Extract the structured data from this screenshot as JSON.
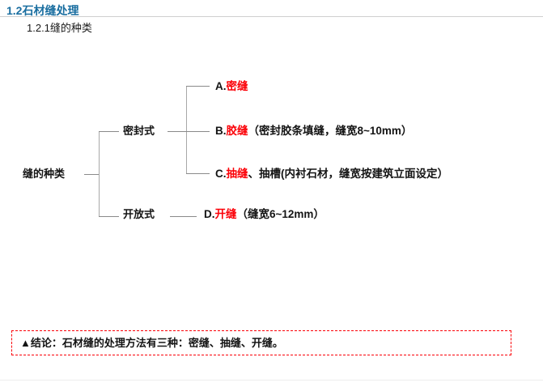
{
  "slide": {
    "title": "1.2石材缝处理",
    "subtitle": "1.2.1缝的种类",
    "title_color": "#1a6ea0",
    "accent_color": "#fb0007",
    "text_color": "#141414",
    "connector_color": "#8a8a8a",
    "background": "#ffffff"
  },
  "diagram": {
    "type": "tree",
    "root": {
      "label": "缝的种类"
    },
    "branches": [
      {
        "label": "密封式"
      },
      {
        "label": "开放式"
      }
    ],
    "leaves": [
      {
        "prefix": "A.",
        "keyword": "密缝",
        "suffix": "",
        "parent": "密封式"
      },
      {
        "prefix": "B.",
        "keyword": "胶缝",
        "suffix": "（密封胶条填缝，缝宽8~10mm）",
        "parent": "密封式"
      },
      {
        "prefix": "C.",
        "keyword": "抽缝",
        "suffix": "、抽槽(内衬石材，缝宽按建筑立面设定）",
        "parent": "密封式"
      },
      {
        "prefix": "D.",
        "keyword": "开缝",
        "suffix": "（缝宽6~12mm）",
        "parent": "开放式"
      }
    ]
  },
  "conclusion": {
    "marker": "▲",
    "text": "▲结论：石材缝的处理方法有三种：密缝、抽缝、开缝。",
    "border_color": "#fb0007",
    "border_style": "dashed"
  }
}
